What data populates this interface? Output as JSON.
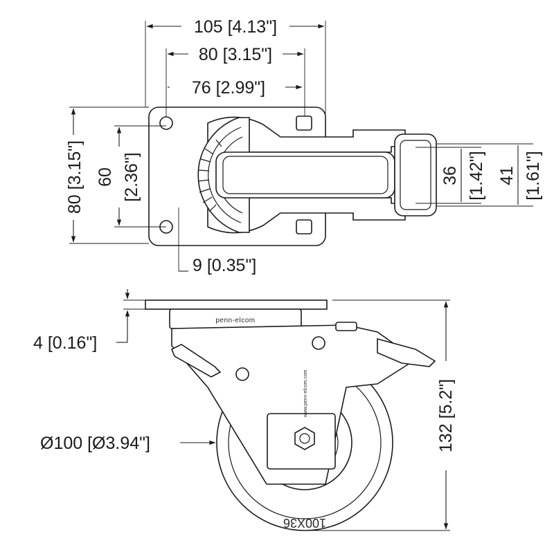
{
  "top_view": {
    "width_overall": "105 [4.13\"]",
    "hole_spacing_outer": "80 [3.15\"]",
    "hole_spacing_inner": "76 [2.99\"]",
    "plate_length": "80 [3.15\"]",
    "hole_pitch_mm": "60",
    "hole_pitch_in": "[2.36\"]",
    "hole_offset": "9 [0.35\"]",
    "wheel_width_mm": "36",
    "wheel_width_in": "[1.42\"]",
    "hub_width_mm": "41",
    "hub_width_in": "[1.61\"]"
  },
  "side_view": {
    "plate_thickness": "4 [0.16\"]",
    "wheel_diameter": "Ø100 [Ø3.94\"]",
    "overall_height": "132 [5.2\"]",
    "brand": "penn-elcom",
    "website": "www.penn-elcom.com",
    "tire_marking": "100X36"
  },
  "colors": {
    "line": "#1a1a1a",
    "fill": "#ffffff",
    "shade": "#e8e8e8"
  }
}
